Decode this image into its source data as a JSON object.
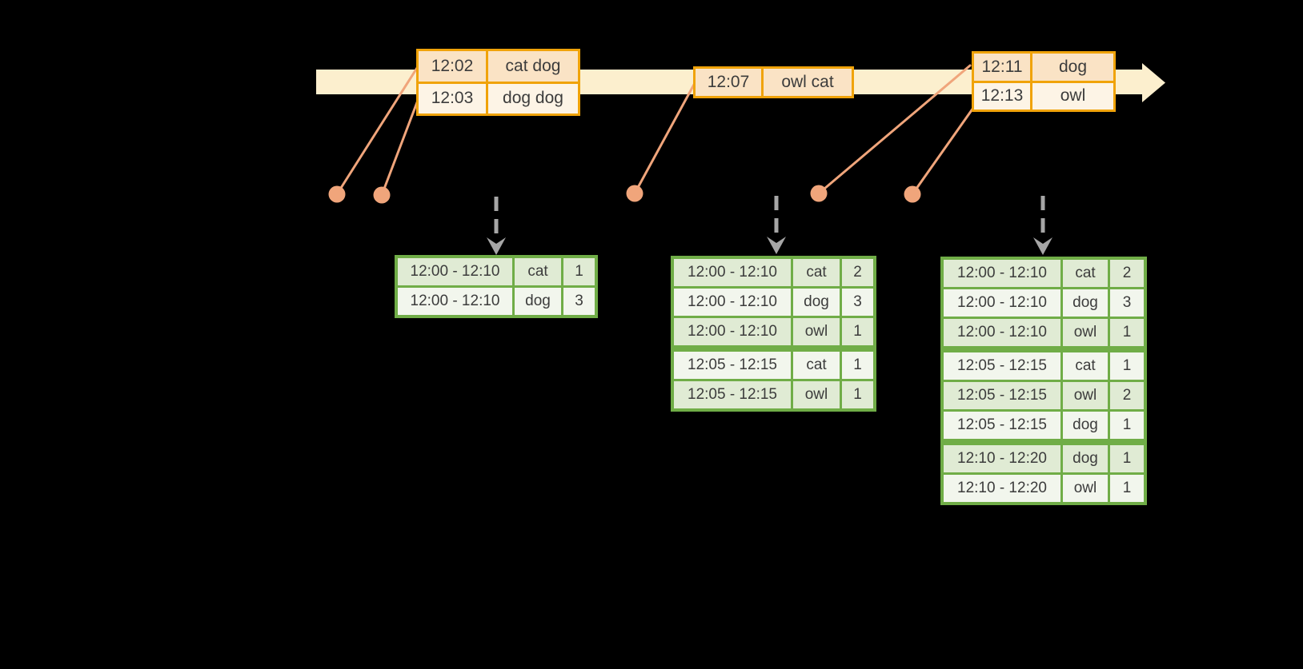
{
  "colors": {
    "background": "#000000",
    "timeline_fill": "#FCEFCE",
    "event_table_border": "#F0A30A",
    "event_row_dark": "#FAE3C5",
    "event_row_light": "#FDF4E6",
    "marker_salmon": "#F0A57B",
    "trigger_arrow_gray": "#A6A6A6",
    "result_table_border": "#70AD47",
    "result_row_dark": "#E0EBD4",
    "result_row_light": "#F2F6ED",
    "text": "#3C3C3C"
  },
  "icons": {
    "timeline_arrow": "right-arrow",
    "event_marker": "filled-dot",
    "trigger_arrow": "dashed-down-arrow"
  },
  "event_tables": [
    {
      "rows": [
        {
          "time": "12:02",
          "words": "cat dog"
        },
        {
          "time": "12:03",
          "words": "dog dog"
        }
      ]
    },
    {
      "rows": [
        {
          "time": "12:07",
          "words": "owl cat"
        }
      ]
    },
    {
      "rows": [
        {
          "time": "12:11",
          "words": "dog"
        },
        {
          "time": "12:13",
          "words": "owl"
        }
      ]
    }
  ],
  "result_tables": [
    {
      "rows": [
        {
          "window": "12:00 - 12:10",
          "word": "cat",
          "count": "1"
        },
        {
          "window": "12:00 - 12:10",
          "word": "dog",
          "count": "3"
        }
      ]
    },
    {
      "rows": [
        {
          "window": "12:00 - 12:10",
          "word": "cat",
          "count": "2"
        },
        {
          "window": "12:00 - 12:10",
          "word": "dog",
          "count": "3"
        },
        {
          "window": "12:00 - 12:10",
          "word": "owl",
          "count": "1"
        },
        {
          "window": "12:05 - 12:15",
          "word": "cat",
          "count": "1",
          "group_start": true
        },
        {
          "window": "12:05 - 12:15",
          "word": "owl",
          "count": "1"
        }
      ]
    },
    {
      "rows": [
        {
          "window": "12:00 - 12:10",
          "word": "cat",
          "count": "2"
        },
        {
          "window": "12:00 - 12:10",
          "word": "dog",
          "count": "3"
        },
        {
          "window": "12:00 - 12:10",
          "word": "owl",
          "count": "1"
        },
        {
          "window": "12:05 - 12:15",
          "word": "cat",
          "count": "1",
          "group_start": true
        },
        {
          "window": "12:05 - 12:15",
          "word": "owl",
          "count": "2"
        },
        {
          "window": "12:05 - 12:15",
          "word": "dog",
          "count": "1"
        },
        {
          "window": "12:10 - 12:20",
          "word": "dog",
          "count": "1",
          "group_start": true
        },
        {
          "window": "12:10 - 12:20",
          "word": "owl",
          "count": "1"
        }
      ]
    }
  ]
}
